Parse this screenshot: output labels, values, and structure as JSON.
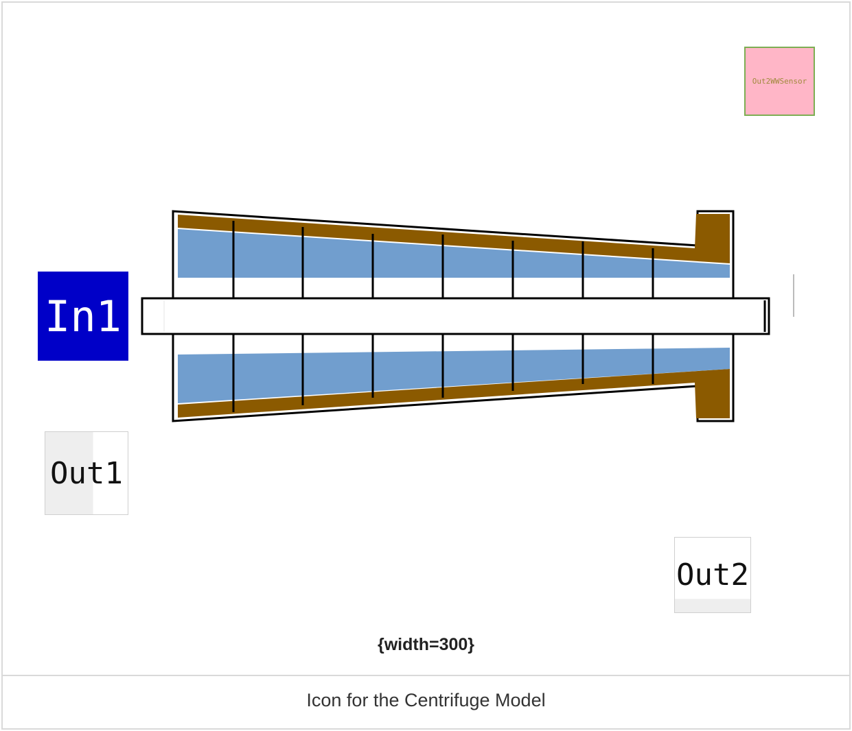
{
  "blocks": {
    "in1": "In1",
    "out1": "Out1",
    "out2": "Out2",
    "sensor": "Out2WWSensor"
  },
  "figure": {
    "width_note": "{width=300}",
    "caption": "Icon for the Centrifuge Model"
  },
  "colors": {
    "bowl": "#8b5a00",
    "liquid": "#719ece",
    "in1_fill": "#0000c8",
    "sensor_fill": "#ffb6c7",
    "sensor_border": "#7cae52"
  }
}
